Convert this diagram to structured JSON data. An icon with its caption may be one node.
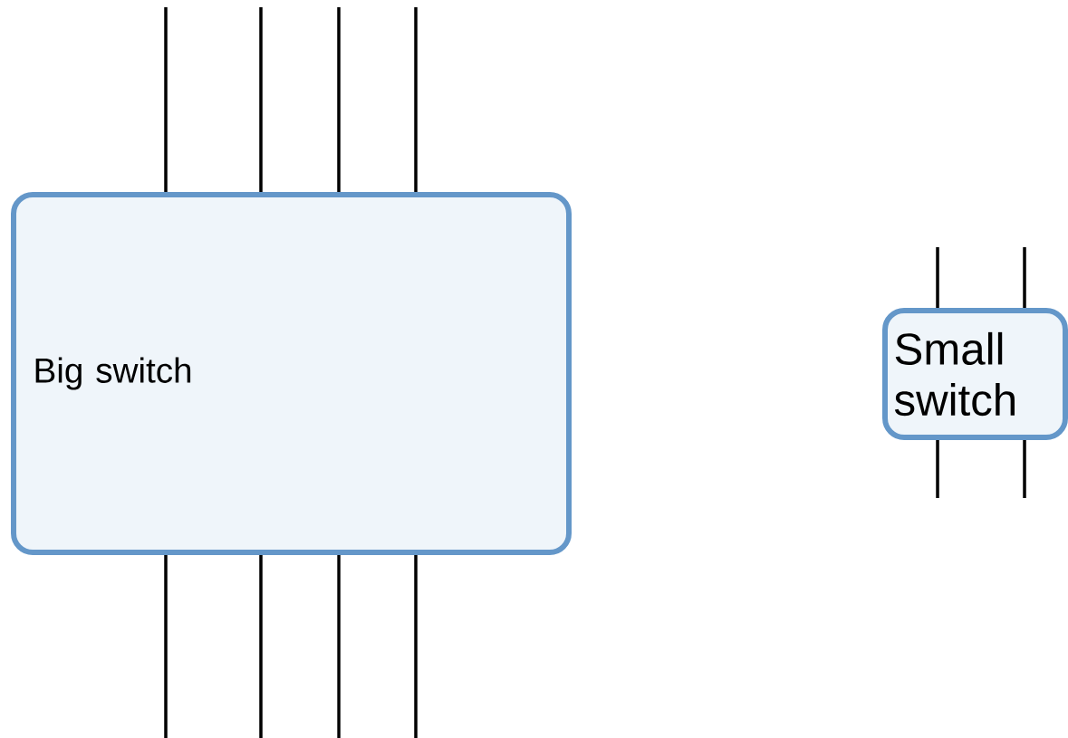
{
  "diagram": {
    "nodes": [
      {
        "text": [
          "Big switch"
        ]
      },
      {
        "text": [
          "Small switch"
        ]
      }
    ],
    "edges": [
      {
        "from": null,
        "to": 0,
        "arrow": "none"
      },
      {
        "from": null,
        "to": 0,
        "arrow": "none"
      },
      {
        "from": null,
        "to": 0,
        "arrow": "none"
      },
      {
        "from": null,
        "to": 0,
        "arrow": "none"
      },
      {
        "from": null,
        "to": 0,
        "arrow": "none"
      },
      {
        "from": null,
        "to": 0,
        "arrow": "none"
      },
      {
        "from": null,
        "to": 0,
        "arrow": "none"
      },
      {
        "from": null,
        "to": 0,
        "arrow": "none"
      },
      {
        "from": null,
        "to": 1,
        "arrow": "none"
      },
      {
        "from": null,
        "to": 1,
        "arrow": "none"
      },
      {
        "from": null,
        "to": 1,
        "arrow": "none"
      },
      {
        "from": null,
        "to": 1,
        "arrow": "none"
      }
    ]
  }
}
